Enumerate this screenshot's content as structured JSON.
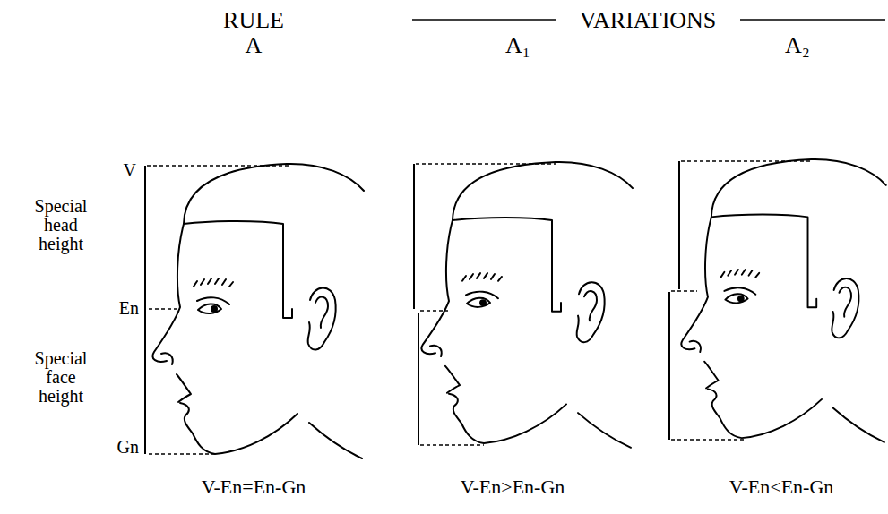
{
  "diagram": {
    "labels": [
      "RULE",
      "A",
      "VARIATIONS",
      "A₁",
      "A₂",
      "V",
      "Special head height",
      "En",
      "Special face height",
      "Gn",
      "V-En=En-Gn",
      "V-En>En-Gn",
      "V-En<En-Gn"
    ]
  }
}
